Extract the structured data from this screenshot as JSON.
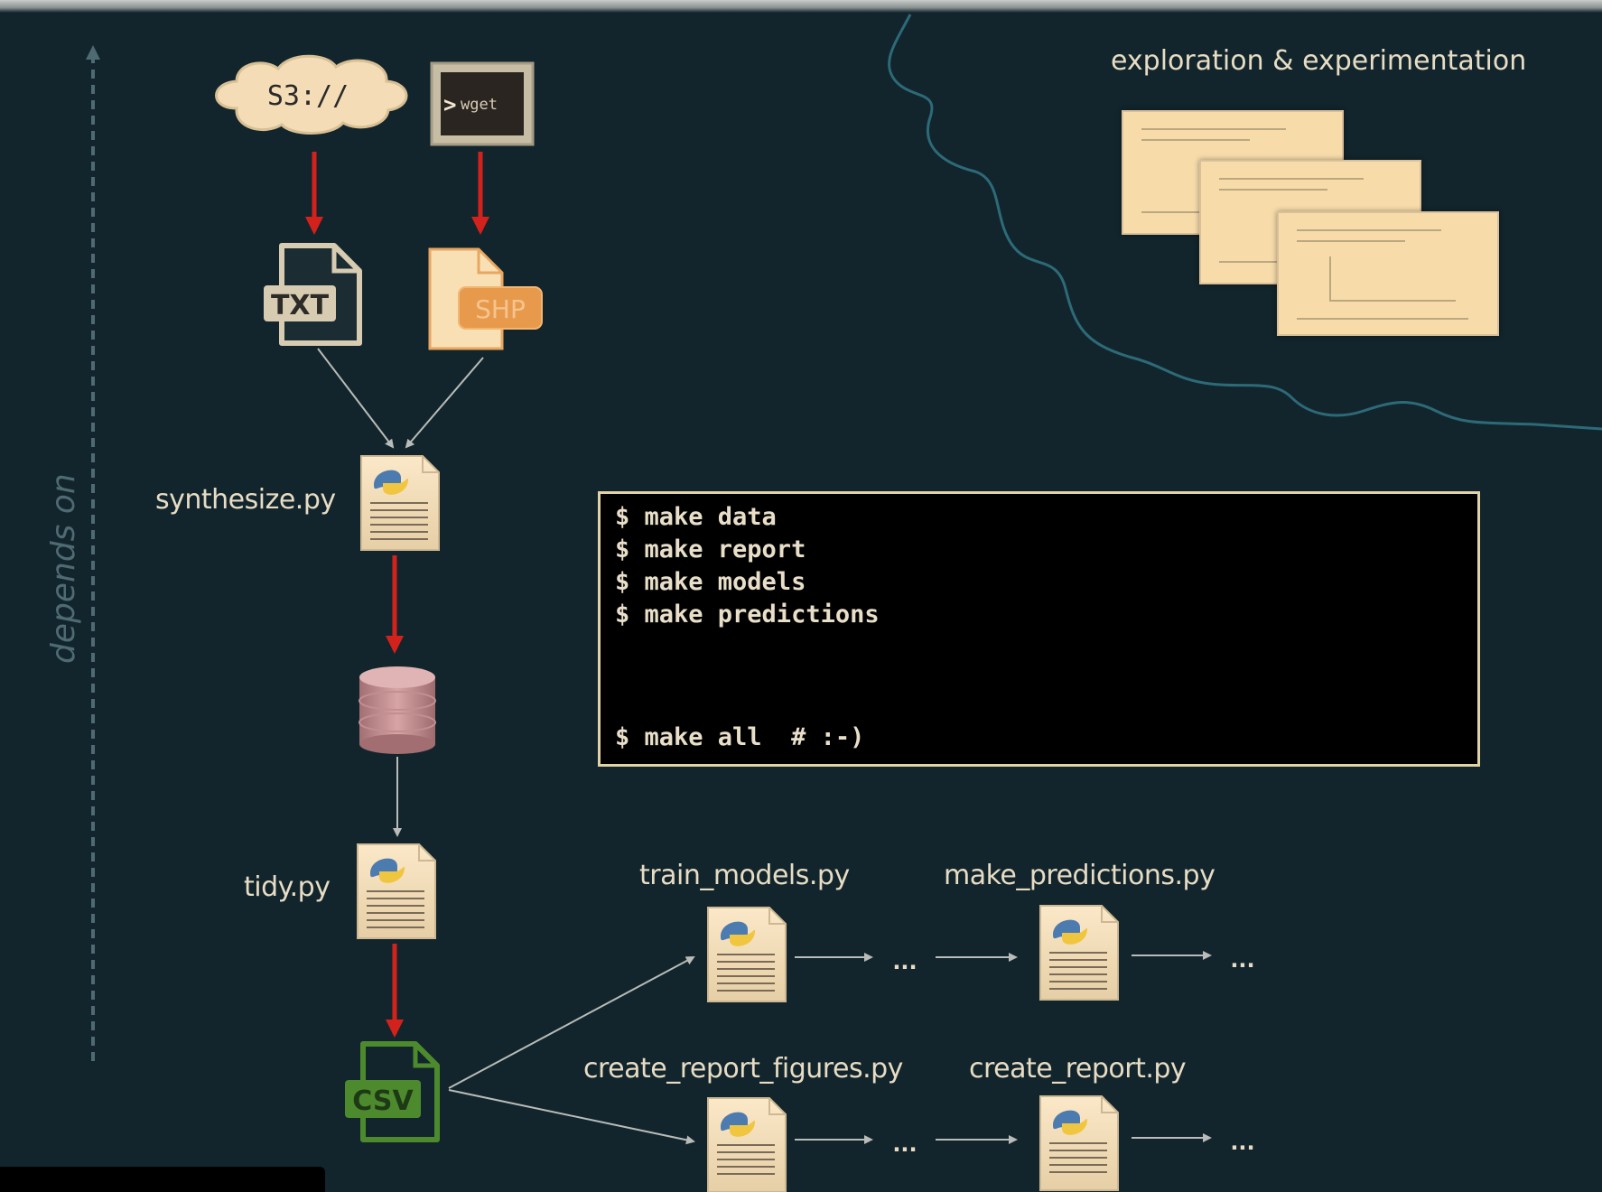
{
  "axis": {
    "label": "depends on"
  },
  "sources": {
    "s3_label": "S3://",
    "wget_label": "wget"
  },
  "files": {
    "txt_label": "TXT",
    "shp_label": "SHP",
    "csv_label": "CSV"
  },
  "scripts": {
    "synthesize": "synthesize.py",
    "tidy": "tidy.py",
    "train_models": "train_models.py",
    "make_predictions": "make_predictions.py",
    "create_report_figures": "create_report_figures.py",
    "create_report": "create_report.py"
  },
  "ellipsis": "...",
  "exploration": {
    "caption": "exploration & experimentation"
  },
  "terminal": {
    "lines": [
      "$ make data",
      "$ make report",
      "$ make models",
      "$ make predictions"
    ],
    "final_line": "$ make all  # :-)"
  },
  "colors": {
    "background": "#12252c",
    "red_arrow": "#d3211c",
    "grey_arrow": "#b9bcb8",
    "green_csv": "#4d8a2e",
    "orange_shp": "#e89a4c",
    "river": "#2d6a78"
  }
}
